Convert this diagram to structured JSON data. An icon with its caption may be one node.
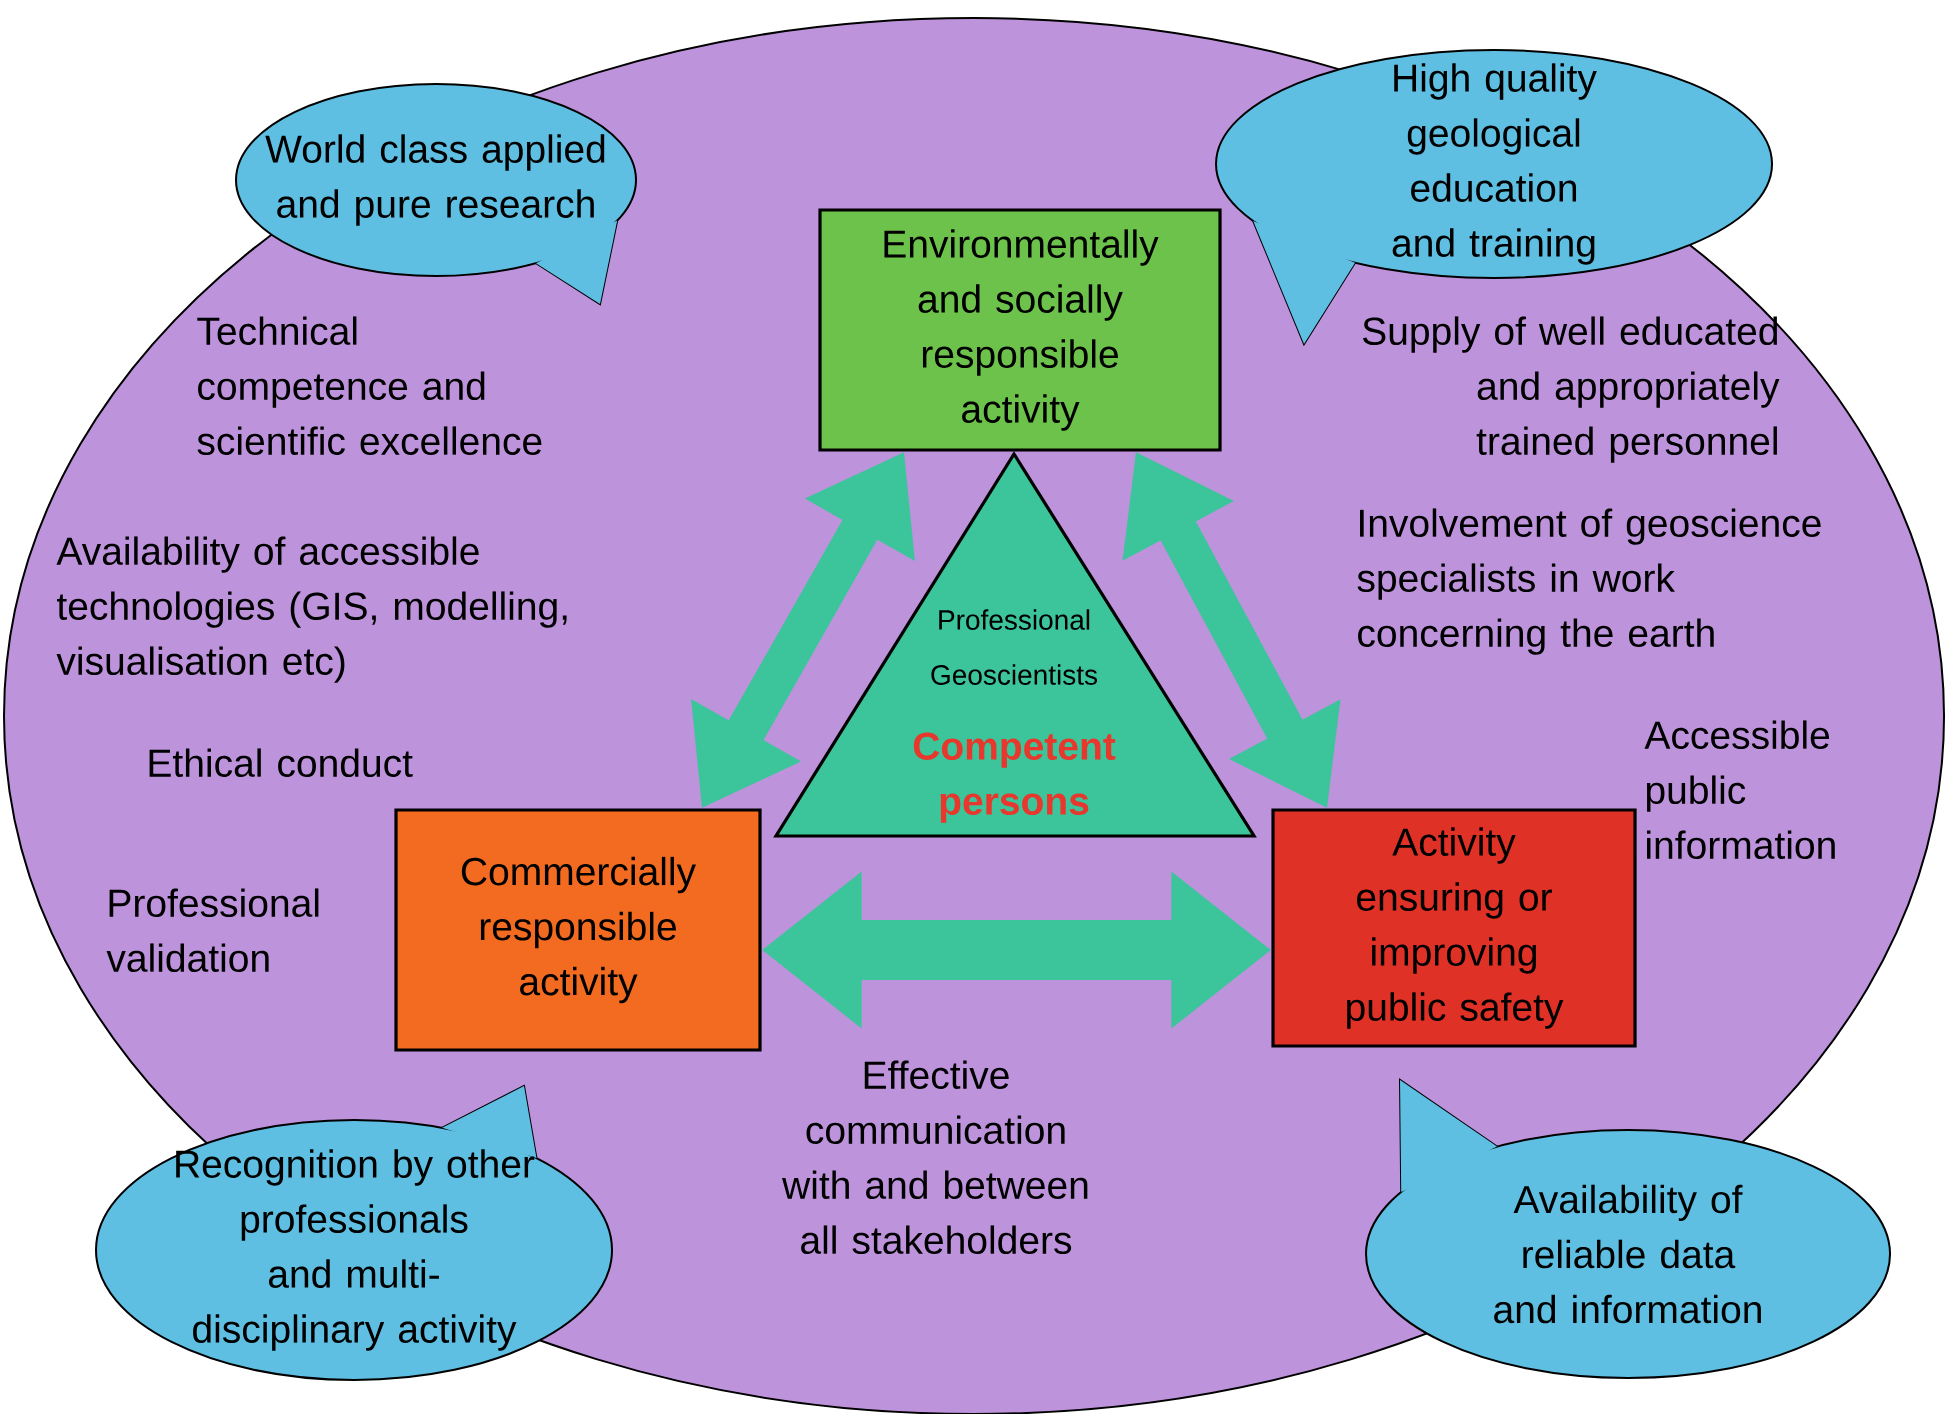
{
  "diagram": {
    "nodes": [
      {
        "text": [
          "Environmentally and socially responsible activity"
        ]
      },
      {
        "text": [
          "Professional Geoscientists",
          "Competent persons"
        ]
      },
      {
        "text": [
          "Commercially responsible activity"
        ]
      },
      {
        "text": [
          "Activity ensuring or improving public safety"
        ]
      },
      {
        "text": [
          "World class applied and pure research"
        ]
      },
      {
        "text": [
          "High quality geological education and training"
        ]
      },
      {
        "text": [
          "Recognition by other professionals and multi-disciplinary activity"
        ]
      },
      {
        "text": [
          "Availability of reliable data and information"
        ]
      }
    ],
    "edges": [
      {
        "from": 0,
        "to": 2,
        "arrow": "both"
      },
      {
        "from": 0,
        "to": 3,
        "arrow": "both"
      },
      {
        "from": 2,
        "to": 3,
        "arrow": "both"
      }
    ],
    "labels": [
      "Technical competence and scientific excellence",
      "Supply of well educated and appropriately trained personnel",
      "Availability of accessible technologies (GIS, modelling, visualisation etc)",
      "Involvement of geoscience specialists in work concerning the earth",
      "Ethical conduct",
      "Accessible public information",
      "Professional validation",
      "Effective communication with and between all stakeholders"
    ]
  }
}
